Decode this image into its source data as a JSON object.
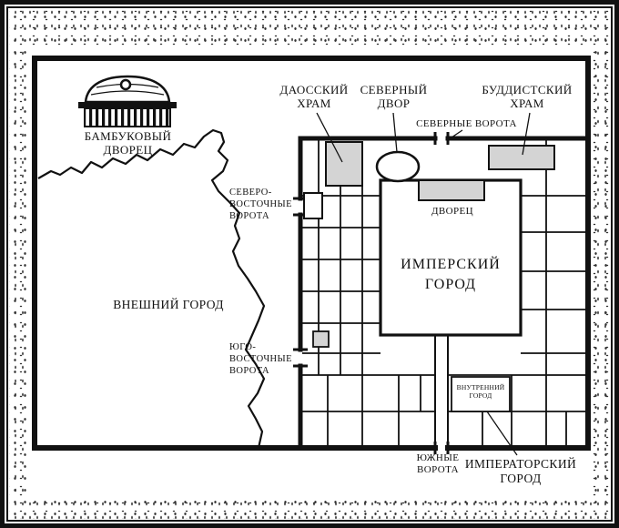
{
  "map": {
    "labels": {
      "bamboo_palace": {
        "line1": "БАМБУКОВЫЙ",
        "line2": "ДВОРЕЦ"
      },
      "daoist_temple": {
        "line1": "ДАОССКИЙ",
        "line2": "ХРАМ"
      },
      "north_court": {
        "line1": "СЕВЕРНЫЙ",
        "line2": "ДВОР"
      },
      "north_gate": "СЕВЕРНЫЕ ВОРОТА",
      "buddhist_temple": {
        "line1": "БУДДИСТСКИЙ",
        "line2": "ХРАМ"
      },
      "ne_gate": {
        "line1": "СЕВЕРО-",
        "line2": "ВОСТОЧНЫЕ",
        "line3": "ВОРОТА"
      },
      "se_gate": {
        "line1": "ЮГО-",
        "line2": "ВОСТОЧНЫЕ",
        "line3": "ВОРОТА"
      },
      "outer_city": "ВНЕШНИЙ ГОРОД",
      "imperial_city": {
        "line1": "ИМПЕРСКИЙ",
        "line2": "ГОРОД"
      },
      "palace": "ДВОРЕЦ",
      "inner_city": {
        "line1": "ВНУТРЕННИЙ",
        "line2": "ГОРОД"
      },
      "south_gate": {
        "line1": "ЮЖНЫЕ",
        "line2": "ВОРОТА"
      },
      "emperor_city": {
        "line1": "ИМПЕРАТОРСКИЙ",
        "line2": "ГОРОД"
      }
    },
    "colors": {
      "ink": "#111111",
      "fill_gray": "#d4d4d4",
      "paper": "#ffffff"
    }
  }
}
